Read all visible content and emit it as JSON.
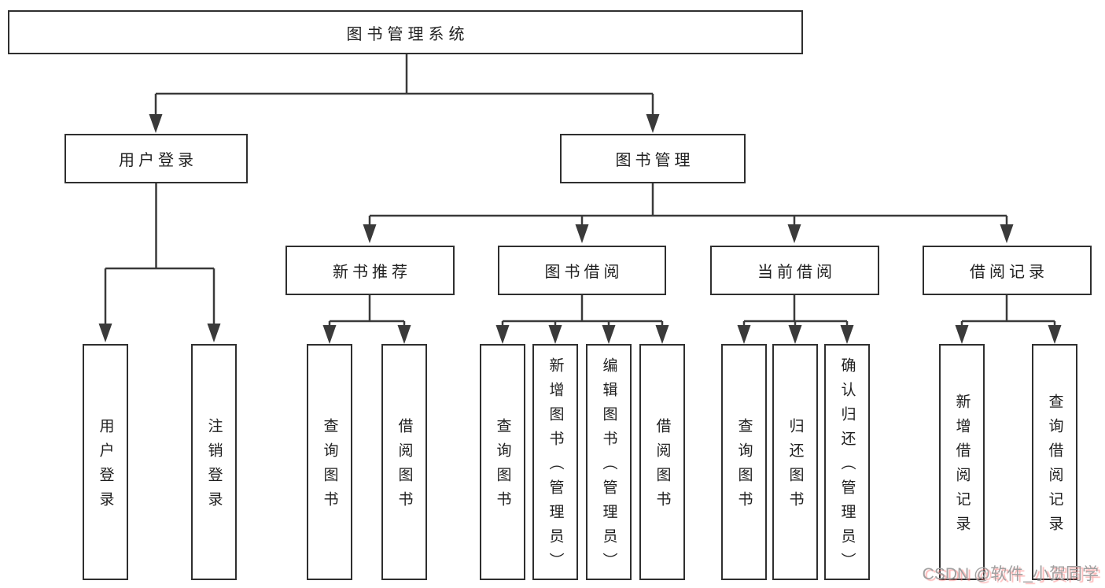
{
  "diagram": {
    "root": {
      "label": "图书管理系统"
    },
    "branches": [
      {
        "label": "用户登录",
        "children": [
          "用户登录",
          "注销登录"
        ]
      },
      {
        "label": "图书管理",
        "groups": [
          {
            "label": "新书推荐",
            "children": [
              "查询图书",
              "借阅图书"
            ]
          },
          {
            "label": "图书借阅",
            "children": [
              "查询图书",
              "新增图书（管理员）",
              "编辑图书（管理员）",
              "借阅图书"
            ]
          },
          {
            "label": "当前借阅",
            "children": [
              "查询图书",
              "归还图书",
              "确认归还（管理员）"
            ]
          },
          {
            "label": "借阅记录",
            "children": [
              "新增借阅记录",
              "查询借阅记录"
            ]
          }
        ]
      }
    ]
  },
  "watermark": {
    "text": "CSDN @软件_小贺同学"
  },
  "colors": {
    "line": "#3a3a3a",
    "box_border": "#2f2f2f",
    "box_fill": "#ffffff",
    "text": "#1f1f1f",
    "background": "#ffffff",
    "watermark_text": "#a0a0a0",
    "watermark_shadow": "#fc8383"
  }
}
